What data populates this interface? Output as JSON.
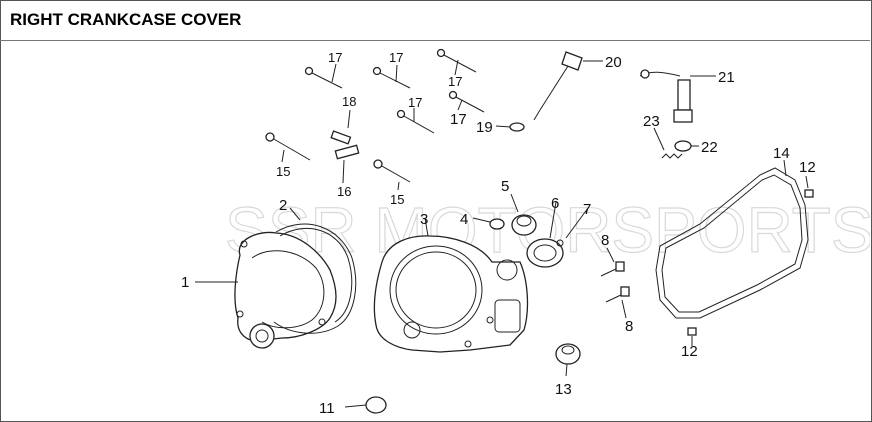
{
  "header": {
    "title": "RIGHT CRANKCASE COVER"
  },
  "watermark": "SSR MOTORSPORTS",
  "callouts": [
    "1",
    "2",
    "3",
    "4",
    "5",
    "6",
    "7",
    "8",
    "8",
    "11",
    "12",
    "12",
    "13",
    "14",
    "15",
    "15",
    "16",
    "17",
    "17",
    "17",
    "17",
    "17",
    "18",
    "19",
    "20",
    "21",
    "22",
    "23"
  ]
}
